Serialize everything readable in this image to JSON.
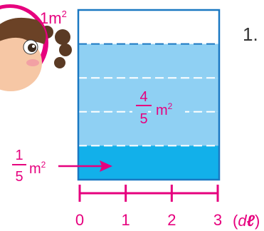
{
  "colors": {
    "magenta": "#e6007e",
    "frame_blue": "#1a78c2",
    "light_blue": "#8fd0f3",
    "dark_blue": "#12b0ea",
    "divider": "#ffffff"
  },
  "icons": {
    "character": "girl-character-icon",
    "arrow": "arrow-right-icon"
  },
  "labels": {
    "top_area": "1m",
    "top_area_exp": "2",
    "problem_number": "1.",
    "shaded_numerator": "4",
    "shaded_denominator": "5",
    "shaded_unit": "m",
    "shaded_unit_exp": "2",
    "bottom_numerator": "1",
    "bottom_denominator": "5",
    "bottom_unit": "m",
    "bottom_unit_exp": "2"
  },
  "scale": {
    "ticks": [
      "0",
      "1",
      "2",
      "3"
    ],
    "unit_open": "(",
    "unit_d": "d",
    "unit_l": "ℓ",
    "unit_close": ")"
  },
  "diagram": {
    "total_parts": 5,
    "light_parts": 3,
    "dark_parts": 1,
    "empty_parts": 1
  }
}
